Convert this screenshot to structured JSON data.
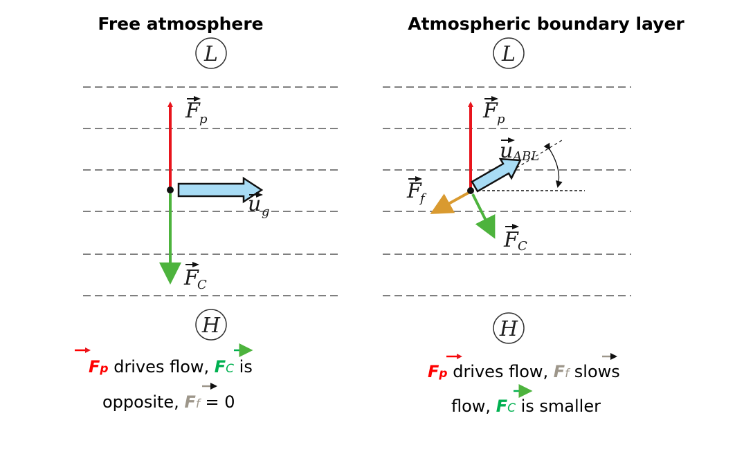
{
  "left": {
    "title": "Free atmosphere",
    "low_label": "L",
    "high_label": "H",
    "fp_label": "F",
    "fp_sub": "p",
    "fc_label": "F",
    "fc_sub": "C",
    "u_label": "u",
    "u_sub": "g",
    "caption": {
      "fp": "F",
      "fp_sub": "p",
      "t1": " drives flow, ",
      "fc": "F",
      "fc_sub": "C",
      "t2": " is",
      "t3": "opposite, ",
      "ff": "F",
      "ff_sub": "f",
      "t4": " = 0"
    }
  },
  "right": {
    "title": "Atmospheric boundary layer",
    "low_label": "L",
    "high_label": "H",
    "fp_label": "F",
    "fp_sub": "p",
    "fc_label": "F",
    "fc_sub": "C",
    "ff_label": "F",
    "ff_sub": "f",
    "u_label": "u",
    "u_sub": "ABL",
    "caption": {
      "fp": "F",
      "fp_sub": "p",
      "t1": " drives flow, ",
      "ff": "F",
      "ff_sub": "f",
      "t2": " slows",
      "t3": "flow, ",
      "fc": "F",
      "fc_sub": "C",
      "t4": " is smaller"
    }
  },
  "colors": {
    "fp": "#e8141c",
    "fc": "#4db33d",
    "ff": "#d99a30",
    "u": "#a8dcf5",
    "cap_fp": "#ff0000",
    "cap_fc": "#00b050",
    "cap_ff": "#9d968a"
  }
}
